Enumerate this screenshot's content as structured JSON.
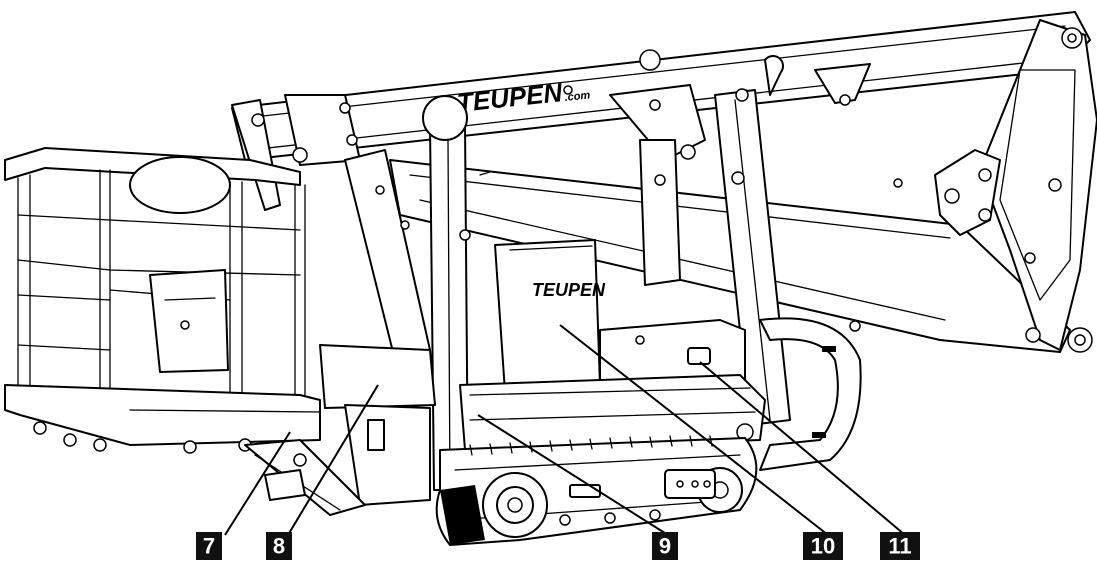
{
  "brand": {
    "boom_logo": "TEUPEN",
    "boom_domain": ".com",
    "cover_logo": "TEUPEN"
  },
  "callouts": [
    {
      "id": "7",
      "label": "7"
    },
    {
      "id": "8",
      "label": "8"
    },
    {
      "id": "9",
      "label": "9"
    },
    {
      "id": "10",
      "label": "10"
    },
    {
      "id": "11",
      "label": "11"
    }
  ],
  "colors": {
    "ink": "#000000",
    "callout_fill": "#111111",
    "callout_text": "#ffffff",
    "background": "#ffffff"
  }
}
